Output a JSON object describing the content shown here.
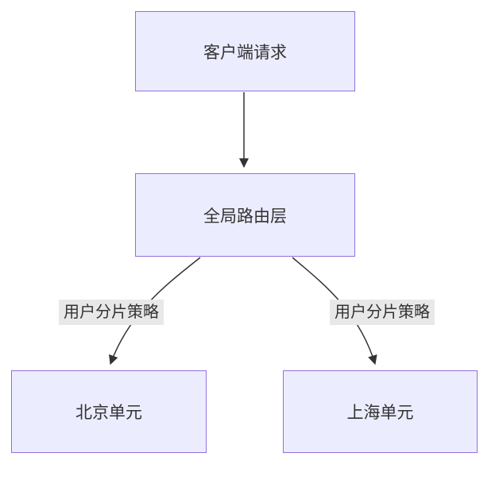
{
  "diagram": {
    "type": "flowchart",
    "direction": "top-down",
    "nodes": [
      {
        "id": "client",
        "label": "客户端请求"
      },
      {
        "id": "router",
        "label": "全局路由层"
      },
      {
        "id": "beijing",
        "label": "北京单元"
      },
      {
        "id": "shanghai",
        "label": "上海单元"
      }
    ],
    "edges": [
      {
        "from": "client",
        "to": "router",
        "label": ""
      },
      {
        "from": "router",
        "to": "beijing",
        "label": "用户分片策略"
      },
      {
        "from": "router",
        "to": "shanghai",
        "label": "用户分片策略"
      }
    ],
    "colors": {
      "node_fill": "#ECECFF",
      "node_border": "#9370DB",
      "edge_stroke": "#333333",
      "edge_label_bg": "#e8e8e8",
      "text": "#333333",
      "background": "#ffffff"
    }
  }
}
